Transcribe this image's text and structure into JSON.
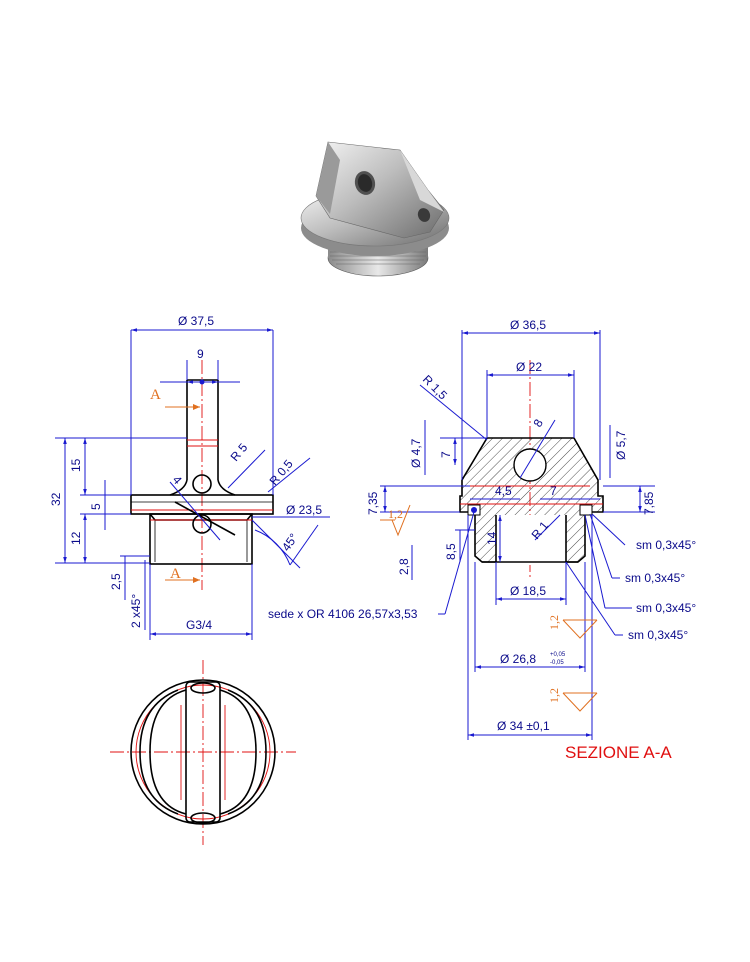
{
  "views": {
    "front": {
      "dim_diam_37_5": "Ø 37,5",
      "dim_9": "9",
      "dim_32": "32",
      "dim_15": "15",
      "dim_5": "5",
      "dim_12": "12",
      "dim_r5": "R 5",
      "dim_r05": "R 0,5",
      "dim_4": "4",
      "dim_diam_23_5": "Ø 23,5",
      "dim_45deg": "45°",
      "dim_2_5": "2,5",
      "dim_2x45": "2 x45°",
      "dim_g34": "G3/4",
      "section_mark_top": "A",
      "section_mark_bottom": "A"
    },
    "section": {
      "title": "SEZIONE A-A",
      "dim_diam_36_5": "Ø 36,5",
      "dim_diam_22": "Ø 22",
      "dim_r1_5": "R 1,5",
      "dim_diam_4_7": "Ø 4,7",
      "dim_7_left": "7",
      "dim_8": "8",
      "dim_diam_5_7": "Ø 5,7",
      "dim_7_35": "7,35",
      "dim_4_5": "4,5",
      "dim_7_right": "7",
      "dim_7_85": "7,85",
      "dim_r1": "R 1",
      "dim_14": "14",
      "dim_8_5": "8,5",
      "dim_2_8": "2,8",
      "dim_diam_18_5": "Ø 18,5",
      "dim_diam_26_8": "Ø 26,8",
      "tol_plus": "+0,05",
      "tol_minus": "-0,05",
      "dim_diam_34": "Ø 34 ±0,1",
      "roughness_1": "1,2",
      "roughness_2": "1,2",
      "roughness_3": "1,2",
      "chamfer_1": "sm 0,3x45°",
      "chamfer_2": "sm 0,3x45°",
      "chamfer_3": "sm 0,3x45°",
      "chamfer_4": "sm 0,3x45°",
      "oring_note": "sede x OR 4106 26,57x3,53"
    }
  }
}
